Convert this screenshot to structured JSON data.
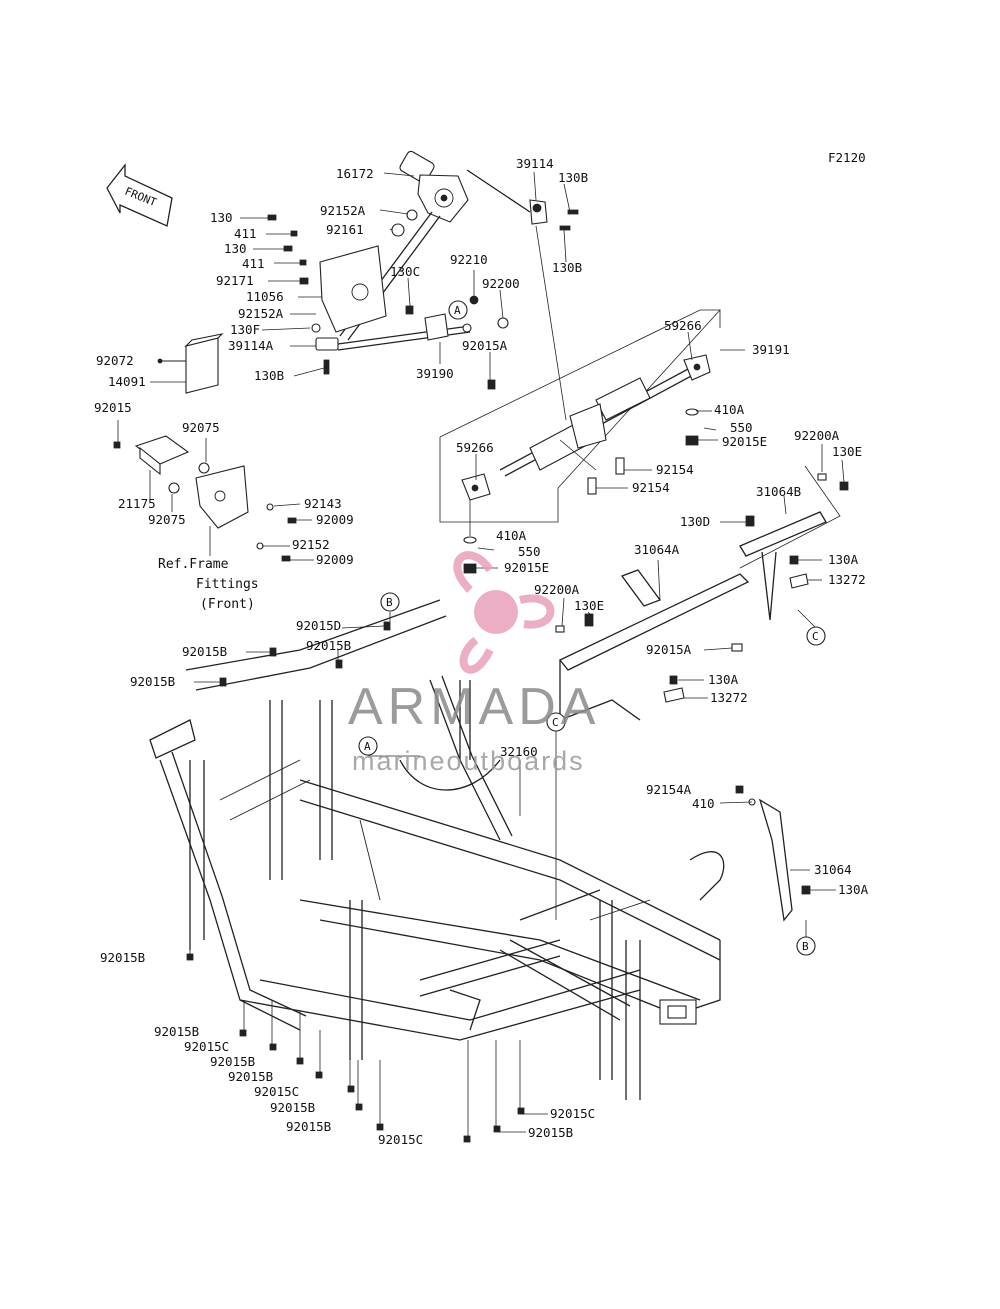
{
  "diagram": {
    "code": "F2120",
    "front_arrow": "FRONT",
    "note": [
      "Ref.Frame",
      "Fittings",
      "(Front)"
    ],
    "callout_letters": [
      "A",
      "B",
      "C"
    ],
    "watermark": {
      "brand": "ARMADA",
      "tagline": "marineoutboards",
      "color": "#e9a0bb",
      "icon": "propeller-logo"
    },
    "labels": {
      "l16172": "16172",
      "l39114_top": "39114",
      "l130B_1": "130B",
      "l130B_2": "130B",
      "l130_1": "130",
      "l411_1": "411",
      "l130_2": "130",
      "l411_2": "411",
      "l92152A_1": "92152A",
      "l92161": "92161",
      "l92171": "92171",
      "l11056": "11056",
      "l92152A_2": "92152A",
      "l130F": "130F",
      "l39114A": "39114A",
      "l130B_3": "130B",
      "l130C": "130C",
      "l92210": "92210",
      "l92200": "92200",
      "l92015A_1": "92015A",
      "l39190": "39190",
      "l92072": "92072",
      "l14091": "14091",
      "l92015": "92015",
      "l92075_1": "92075",
      "l21175": "21175",
      "l92075_2": "92075",
      "l92143": "92143",
      "l92009_1": "92009",
      "l92152": "92152",
      "l92009_2": "92009",
      "l59266_1": "59266",
      "l39191": "39191",
      "l410A_1": "410A",
      "l550_1": "550",
      "l92015E_1": "92015E",
      "l92154_1": "92154",
      "l59266_2": "59266",
      "l92154_2": "92154",
      "l92200A_1": "92200A",
      "l130E_1": "130E",
      "l31064B": "31064B",
      "l130D": "130D",
      "l130A_1": "130A",
      "l13272_1": "13272",
      "l410A_2": "410A",
      "l550_2": "550",
      "l92015E_2": "92015E",
      "l31064A": "31064A",
      "l92200A_2": "92200A",
      "l130E_2": "130E",
      "l92015A_2": "92015A",
      "l130A_2": "130A",
      "l13272_2": "13272",
      "l92015D": "92015D",
      "l92015B_1": "92015B",
      "l92015B_2": "92015B",
      "l92015B_3": "92015B",
      "l32160": "32160",
      "l92154A": "92154A",
      "l410": "410",
      "l31064": "31064",
      "l130A_3": "130A",
      "l92015B_4": "92015B",
      "l92015B_5": "92015B",
      "l92015C_1": "92015C",
      "l92015B_6": "92015B",
      "l92015B_7": "92015B",
      "l92015C_2": "92015C",
      "l92015B_8": "92015B",
      "l92015B_9": "92015B",
      "l92015C_3": "92015C",
      "l92015C_4": "92015C",
      "l92015B_10": "92015B"
    }
  }
}
